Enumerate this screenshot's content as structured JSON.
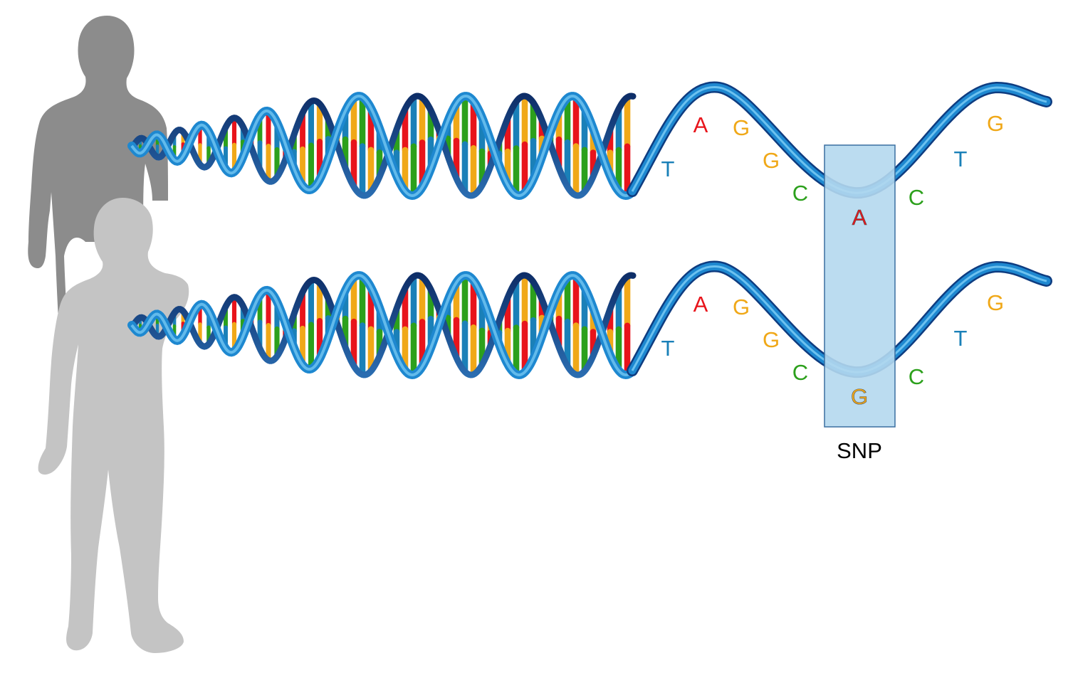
{
  "colors": {
    "A": "#e8141b",
    "G": "#f0a818",
    "C": "#2ca01c",
    "T": "#1a80b8",
    "ribbon_light": "#3aa0e0",
    "ribbon_dark": "#0e3c80",
    "person_dark": "#8c8c8c",
    "person_light": "#c0c0c0",
    "snp_fill": "#b4d8ee",
    "snp_stroke": "#3a6fa0"
  },
  "strands": [
    {
      "name": "person-1",
      "bases": [
        {
          "letter": "T",
          "type": "T"
        },
        {
          "letter": "A",
          "type": "A"
        },
        {
          "letter": "G",
          "type": "G"
        },
        {
          "letter": "G",
          "type": "G"
        },
        {
          "letter": "C",
          "type": "C"
        },
        {
          "letter": "A",
          "type": "A",
          "snp": true
        },
        {
          "letter": "C",
          "type": "C"
        },
        {
          "letter": "T",
          "type": "T"
        },
        {
          "letter": "G",
          "type": "G"
        }
      ]
    },
    {
      "name": "person-2",
      "bases": [
        {
          "letter": "T",
          "type": "T"
        },
        {
          "letter": "A",
          "type": "A"
        },
        {
          "letter": "G",
          "type": "G"
        },
        {
          "letter": "G",
          "type": "G"
        },
        {
          "letter": "C",
          "type": "C"
        },
        {
          "letter": "G",
          "type": "G",
          "snp": true
        },
        {
          "letter": "C",
          "type": "C"
        },
        {
          "letter": "T",
          "type": "T"
        },
        {
          "letter": "G",
          "type": "G"
        }
      ]
    }
  ],
  "snp": {
    "label": "SNP"
  }
}
